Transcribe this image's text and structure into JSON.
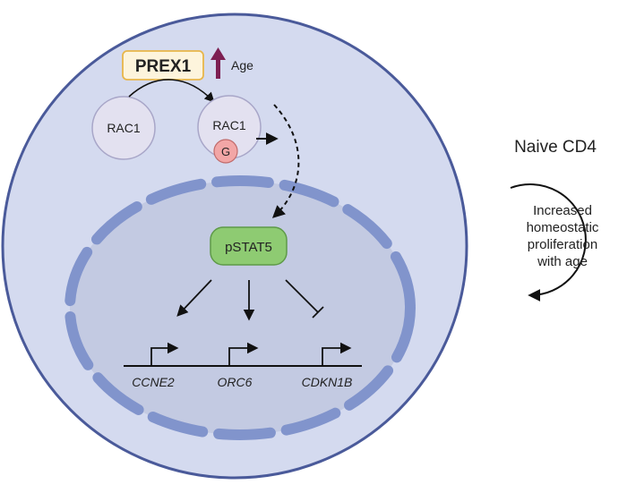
{
  "nodes": {
    "prex1": "PREX1",
    "age": "Age",
    "rac1_inactive": "RAC1",
    "rac1_active": "RAC1",
    "gtp": "G",
    "pstat5": "pSTAT5"
  },
  "genes": [
    "CCNE2",
    "ORC6",
    "CDKN1B"
  ],
  "side_panel": {
    "title": "Naive CD4",
    "lines": [
      "Increased",
      "homeostatic",
      "proliferation",
      "with age"
    ]
  },
  "colors": {
    "cell_fill": "#d4daef",
    "cell_border": "#4a5a9a",
    "nucleus_fill": "#c3cae2",
    "membrane": "#8194cc",
    "rac1_fill": "#e3e1f0",
    "gtp_fill": "#f2a6a6",
    "pstat5_fill": "#8ecb72",
    "prex1_fill": "#fdf4dc",
    "age_arrow": "#7d1f52"
  }
}
